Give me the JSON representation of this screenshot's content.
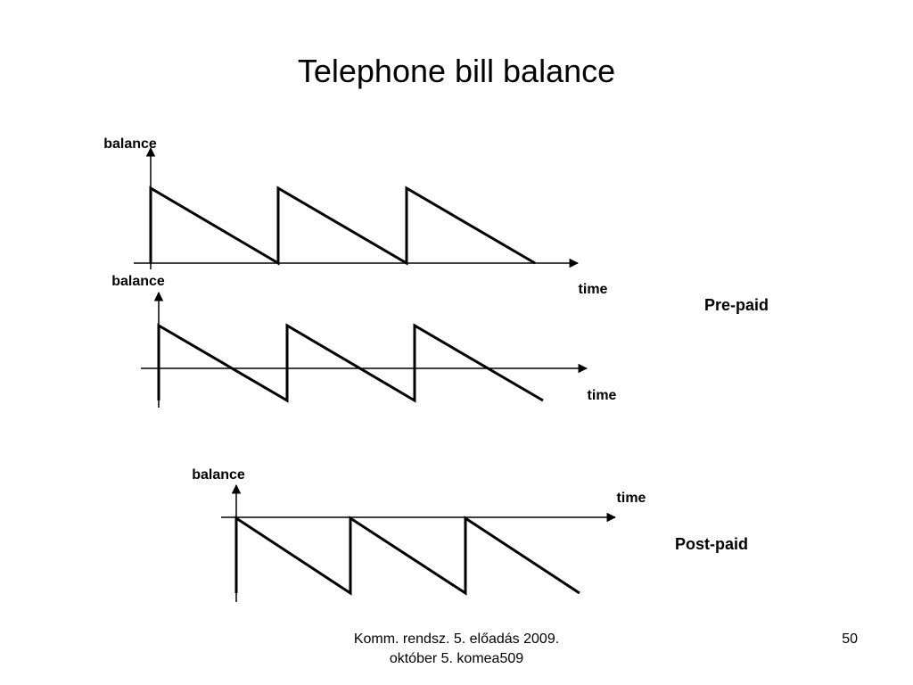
{
  "slide": {
    "title": "Telephone bill balance",
    "footer_line1": "Komm. rendsz. 5. előadás 2009.",
    "footer_line2": "október 5.  komea509",
    "page_number": "50"
  },
  "labels": {
    "prepaid": "Pre-paid",
    "postpaid": "Post-paid"
  },
  "diagrams": [
    {
      "id": "prepaid-1",
      "y_label": "balance",
      "x_label": "time"
    },
    {
      "id": "prepaid-2",
      "y_label": "balance",
      "x_label": "time"
    },
    {
      "id": "postpaid",
      "y_label": "balance",
      "x_label": "time"
    }
  ],
  "colors": {
    "line": "#000000",
    "background": "#ffffff"
  }
}
